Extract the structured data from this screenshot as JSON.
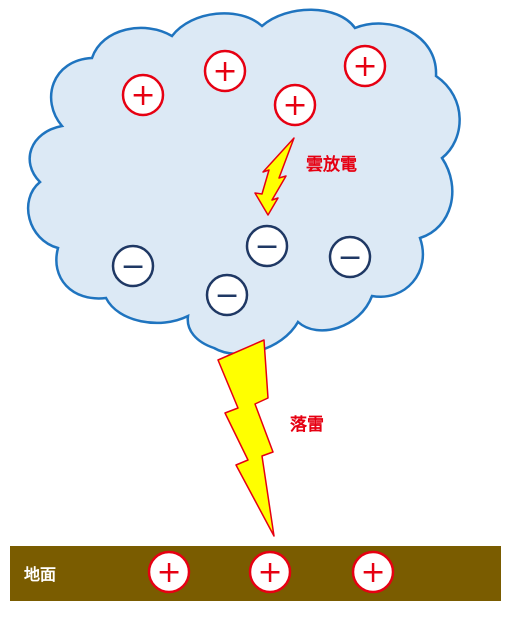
{
  "labels": {
    "cloud_discharge": "雲放電",
    "lightning_strike": "落雷",
    "ground": "地面"
  },
  "charges": {
    "positive_symbol": "+",
    "negative_symbol": "−",
    "cloud_positive_count": 4,
    "cloud_negative_count": 4,
    "ground_positive_count": 3
  },
  "colors": {
    "cloud_fill": "#dce9f5",
    "cloud_outline": "#1f74bf",
    "positive": "#e60012",
    "negative": "#1f3864",
    "lightning_fill": "#ffff00",
    "lightning_outline": "#e60012",
    "ground_fill": "#7a5c00",
    "label_text": "#e60012",
    "ground_text": "#ffffff"
  }
}
